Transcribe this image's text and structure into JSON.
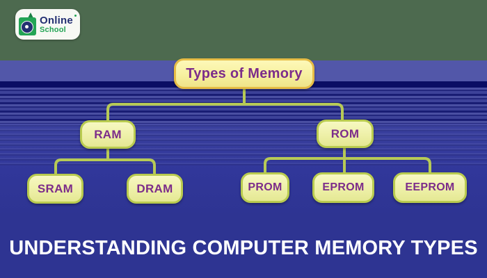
{
  "logo": {
    "line1": "Online",
    "line2": "School",
    "icon": "droplet-donut-icon"
  },
  "diagram": {
    "root": {
      "label": "Types of Memory"
    },
    "level1": [
      {
        "label": "RAM"
      },
      {
        "label": "ROM"
      }
    ],
    "level2": [
      {
        "label": "SRAM",
        "parent": "RAM"
      },
      {
        "label": "DRAM",
        "parent": "RAM"
      },
      {
        "label": "PROM",
        "parent": "ROM"
      },
      {
        "label": "EPROM",
        "parent": "ROM"
      },
      {
        "label": "EEPROM",
        "parent": "ROM"
      }
    ]
  },
  "caption": {
    "text": "UNDERSTANDING COMPUTER MEMORY TYPES"
  },
  "colors": {
    "top_band": "#4d6a4f",
    "slate_band": "#5257a9",
    "dark_navy_stripe": "#0a0d64",
    "main_background": "#2e3492",
    "node_fill": "#eef0a8",
    "node_border": "#b9cb4f",
    "root_border": "#e6bc45",
    "node_text": "#7c2c8a",
    "connector": "#b7ca56",
    "caption_text": "#ffffff",
    "logo_navy": "#232f72",
    "logo_green": "#23a455"
  }
}
